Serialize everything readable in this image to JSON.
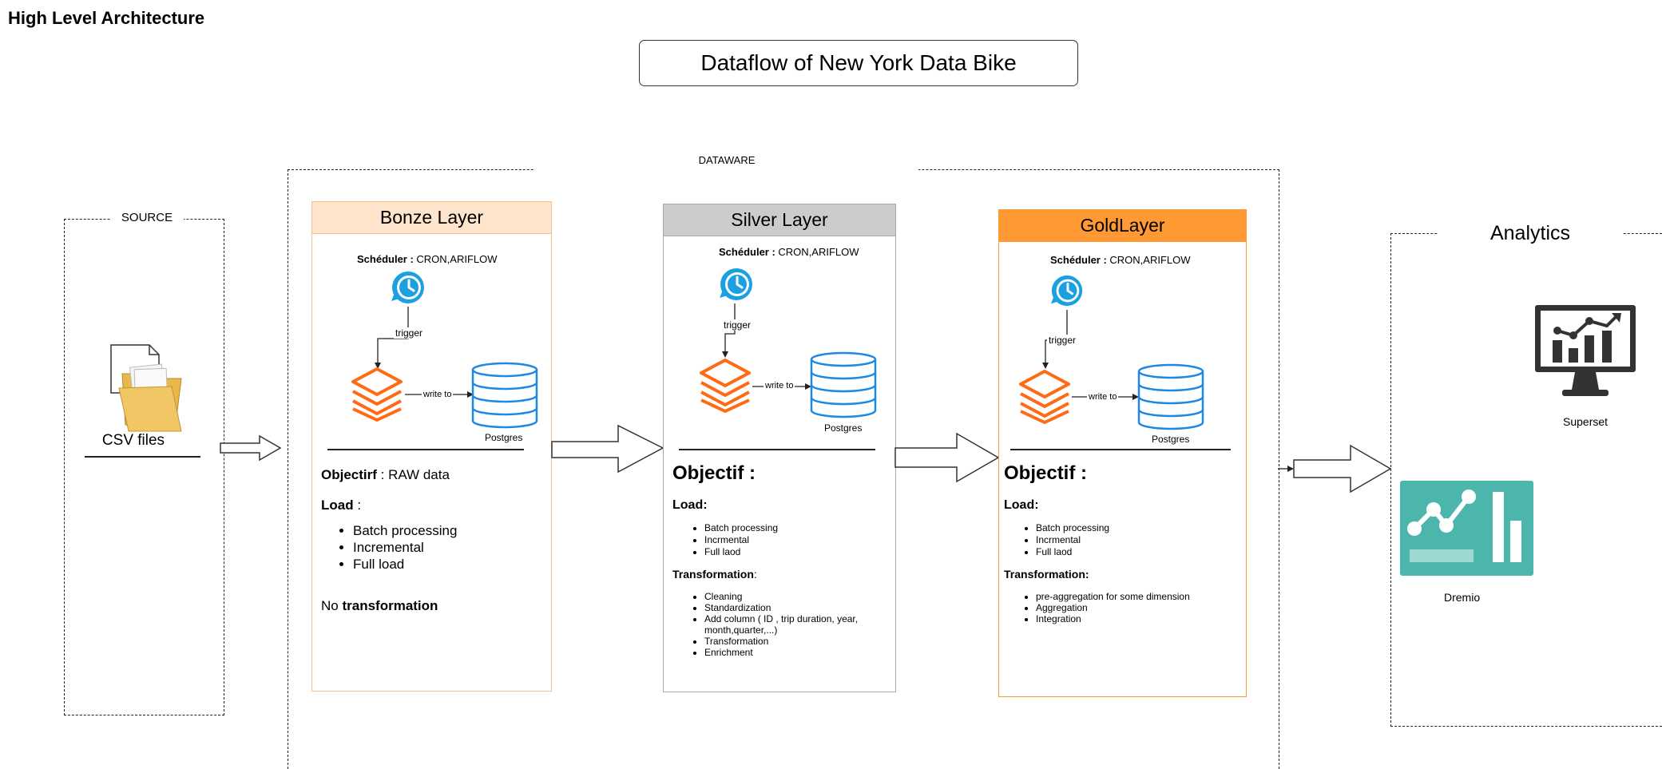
{
  "page_title": "High Level Architecture",
  "diagram_title": "Dataflow of New York Data Bike",
  "source": {
    "label": "SOURCE",
    "file_label": "CSV files",
    "icon": "folder-document-icon"
  },
  "dataware": {
    "label": "DATAWARE"
  },
  "bronze": {
    "title": "Bonze Layer",
    "header_color": "#fde4cb",
    "border_color": "#f3c38f",
    "scheduler_label": "Schéduler :",
    "scheduler_value": " CRON,ARIFLOW",
    "trigger_label": "trigger",
    "write_label": "write to",
    "db_label": "Postgres",
    "objective_label": "Objectirf",
    "objective_value": " : RAW  data",
    "load_label": "Load",
    "load_suffix": " :",
    "load_items": [
      "Batch processing",
      "Incremental",
      "Full load"
    ],
    "no_label": "No ",
    "transformation_label": "transformation"
  },
  "silver": {
    "title": "Silver Layer",
    "header_color": "#cccccc",
    "border_color": "#aaaaaa",
    "scheduler_label": "Schéduler :",
    "scheduler_value": " CRON,ARIFLOW",
    "trigger_label": "trigger",
    "write_label": "write to",
    "db_label": "Postgres",
    "objective_label": "Objectif :",
    "load_label": "Load:",
    "load_items": [
      "Batch processing",
      "Incrmental",
      "Full laod"
    ],
    "transformation_label": "Transformation",
    "transformation_suffix": ":",
    "transformation_items": [
      "Cleaning",
      "Standardization",
      "Add column ( ID , trip duration, year, month,quarter,...)",
      "Transformation",
      "Enrichment"
    ]
  },
  "gold": {
    "title": "GoldLayer",
    "header_color": "#ff9933",
    "border_color": "#ff9933",
    "scheduler_label": "Schéduler :",
    "scheduler_value": " CRON,ARIFLOW",
    "trigger_label": "trigger",
    "write_label": "write to",
    "db_label": "Postgres",
    "objective_label": "Objectif :",
    "load_label": "Load:",
    "load_items": [
      "Batch processing",
      "Incrmental",
      "Full laod"
    ],
    "transformation_label": "Transformation:",
    "transformation_items": [
      "pre-aggregation for some dimension",
      "Aggregation",
      "Integration"
    ]
  },
  "analytics": {
    "label": "Analytics",
    "superset_label": "Superset",
    "dremio_label": "Dremio",
    "dremio_color": "#4db6ac"
  },
  "colors": {
    "scheduler_icon": "#1ba1e2",
    "databricks_icon": "#ff6a13",
    "database_icon": "#1e88e5"
  }
}
